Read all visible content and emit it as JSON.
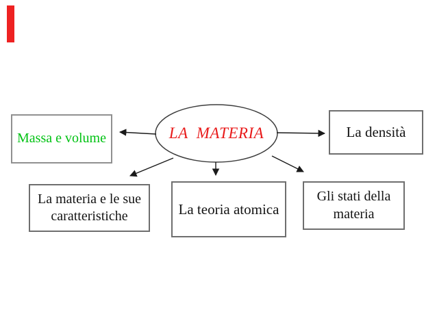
{
  "slide": {
    "title": {
      "label": "LA  MATERIA"
    },
    "nodes": [
      {
        "id": "massa-e-volume",
        "lines": [
          "Massa e volume"
        ]
      },
      {
        "id": "la-densita",
        "lines": [
          "La densità"
        ]
      },
      {
        "id": "la-materia-e-le-sue-caratteristiche",
        "lines": [
          "La materia e le sue",
          "caratteristiche"
        ]
      },
      {
        "id": "la-teoria-atomica",
        "lines": [
          "La teoria atomica"
        ]
      },
      {
        "id": "gli-stati-della-materia",
        "lines": [
          "Gli stati della",
          "materia"
        ]
      }
    ]
  },
  "colors": {
    "title_red": "#e81919",
    "massa_green": "#00c213",
    "box_border_gray": "#6e6e6e",
    "massa_border_gray": "#909090",
    "connector_black": "#1a1a1a",
    "ellipse_outline": "#3d3d3d",
    "ribbon_red": "#ee2222",
    "background": "#ffffff",
    "text_black": "#141414"
  }
}
